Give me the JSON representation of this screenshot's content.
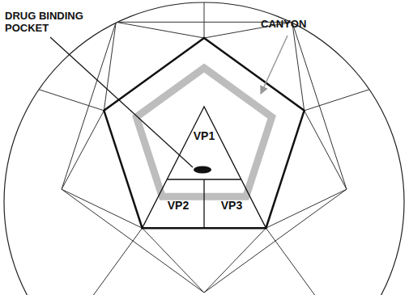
{
  "diagram": {
    "nodes": [
      {
        "text": [
          "VP1"
        ]
      },
      {
        "text": [
          "VP2"
        ]
      },
      {
        "text": [
          "VP3"
        ]
      }
    ],
    "labels": [
      "DRUG BINDING POCKET",
      "CANYON"
    ]
  }
}
